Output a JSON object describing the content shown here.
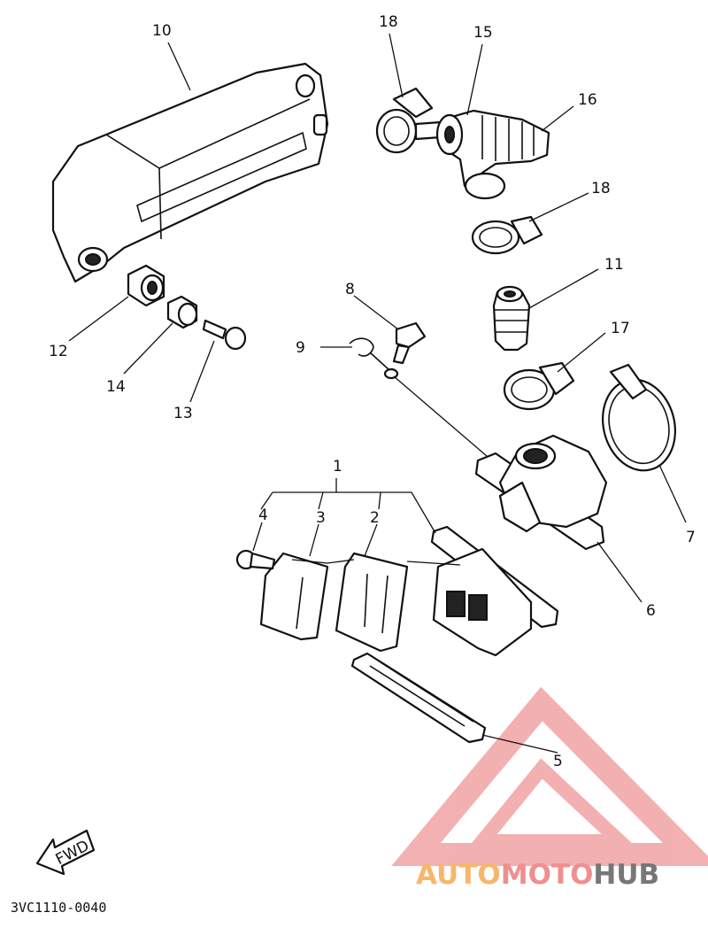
{
  "callouts": [
    "1",
    "2",
    "3",
    "4",
    "5",
    "6",
    "7",
    "8",
    "9",
    "10",
    "11",
    "12",
    "13",
    "14",
    "15",
    "16",
    "17",
    "18",
    "18"
  ],
  "diagram_code": "3VC1110-0040",
  "fwd_label": "FWD",
  "watermark": {
    "part1": "AUTO",
    "part2": "MOTO",
    "part3": "HUB",
    "colors": {
      "auto": "#f6b76a",
      "moto": "#ef8f8f",
      "hub": "#777777",
      "triangle": "#f2a3a3"
    }
  }
}
